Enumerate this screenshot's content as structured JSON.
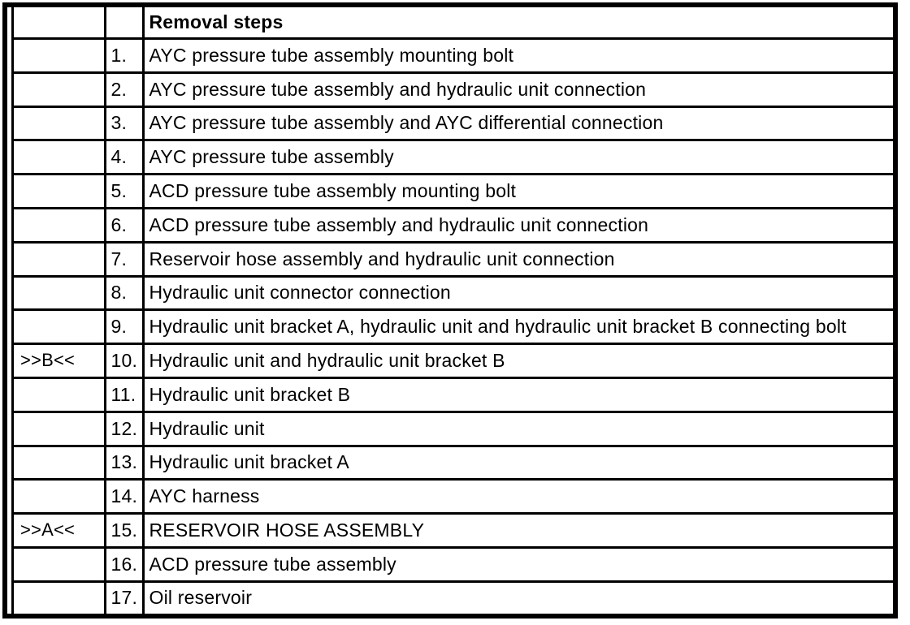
{
  "colors": {
    "border": "#000000",
    "background": "#ffffff",
    "text": "#000000"
  },
  "table": {
    "header": {
      "marker": "",
      "num": "",
      "title": "Removal steps"
    },
    "rows": [
      {
        "marker": "",
        "num": "1.",
        "text": "AYC pressure tube assembly mounting bolt"
      },
      {
        "marker": "",
        "num": "2.",
        "text": "AYC pressure tube assembly and hydraulic unit connection"
      },
      {
        "marker": "",
        "num": "3.",
        "text": "AYC pressure tube assembly and AYC differential connection"
      },
      {
        "marker": "",
        "num": "4.",
        "text": "AYC pressure tube assembly"
      },
      {
        "marker": "",
        "num": "5.",
        "text": "ACD pressure tube assembly mounting bolt"
      },
      {
        "marker": "",
        "num": "6.",
        "text": "ACD pressure tube assembly and hydraulic unit connection"
      },
      {
        "marker": "",
        "num": "7.",
        "text": "Reservoir hose assembly and hydraulic unit connection"
      },
      {
        "marker": "",
        "num": "8.",
        "text": "Hydraulic unit connector connection"
      },
      {
        "marker": "",
        "num": "9.",
        "text": "Hydraulic unit bracket A, hydraulic unit and hydraulic unit bracket B connecting bolt"
      },
      {
        "marker": ">>B<<",
        "num": "10.",
        "text": "Hydraulic unit and hydraulic unit bracket B"
      },
      {
        "marker": "",
        "num": "11.",
        "text": "Hydraulic unit bracket B"
      },
      {
        "marker": "",
        "num": "12.",
        "text": "Hydraulic unit"
      },
      {
        "marker": "",
        "num": "13.",
        "text": "Hydraulic unit bracket A"
      },
      {
        "marker": "",
        "num": "14.",
        "text": "AYC harness"
      },
      {
        "marker": ">>A<<",
        "num": "15.",
        "text": "RESERVOIR HOSE ASSEMBLY"
      },
      {
        "marker": "",
        "num": "16.",
        "text": "ACD pressure tube assembly"
      },
      {
        "marker": "",
        "num": "17.",
        "text": "Oil reservoir"
      }
    ]
  }
}
